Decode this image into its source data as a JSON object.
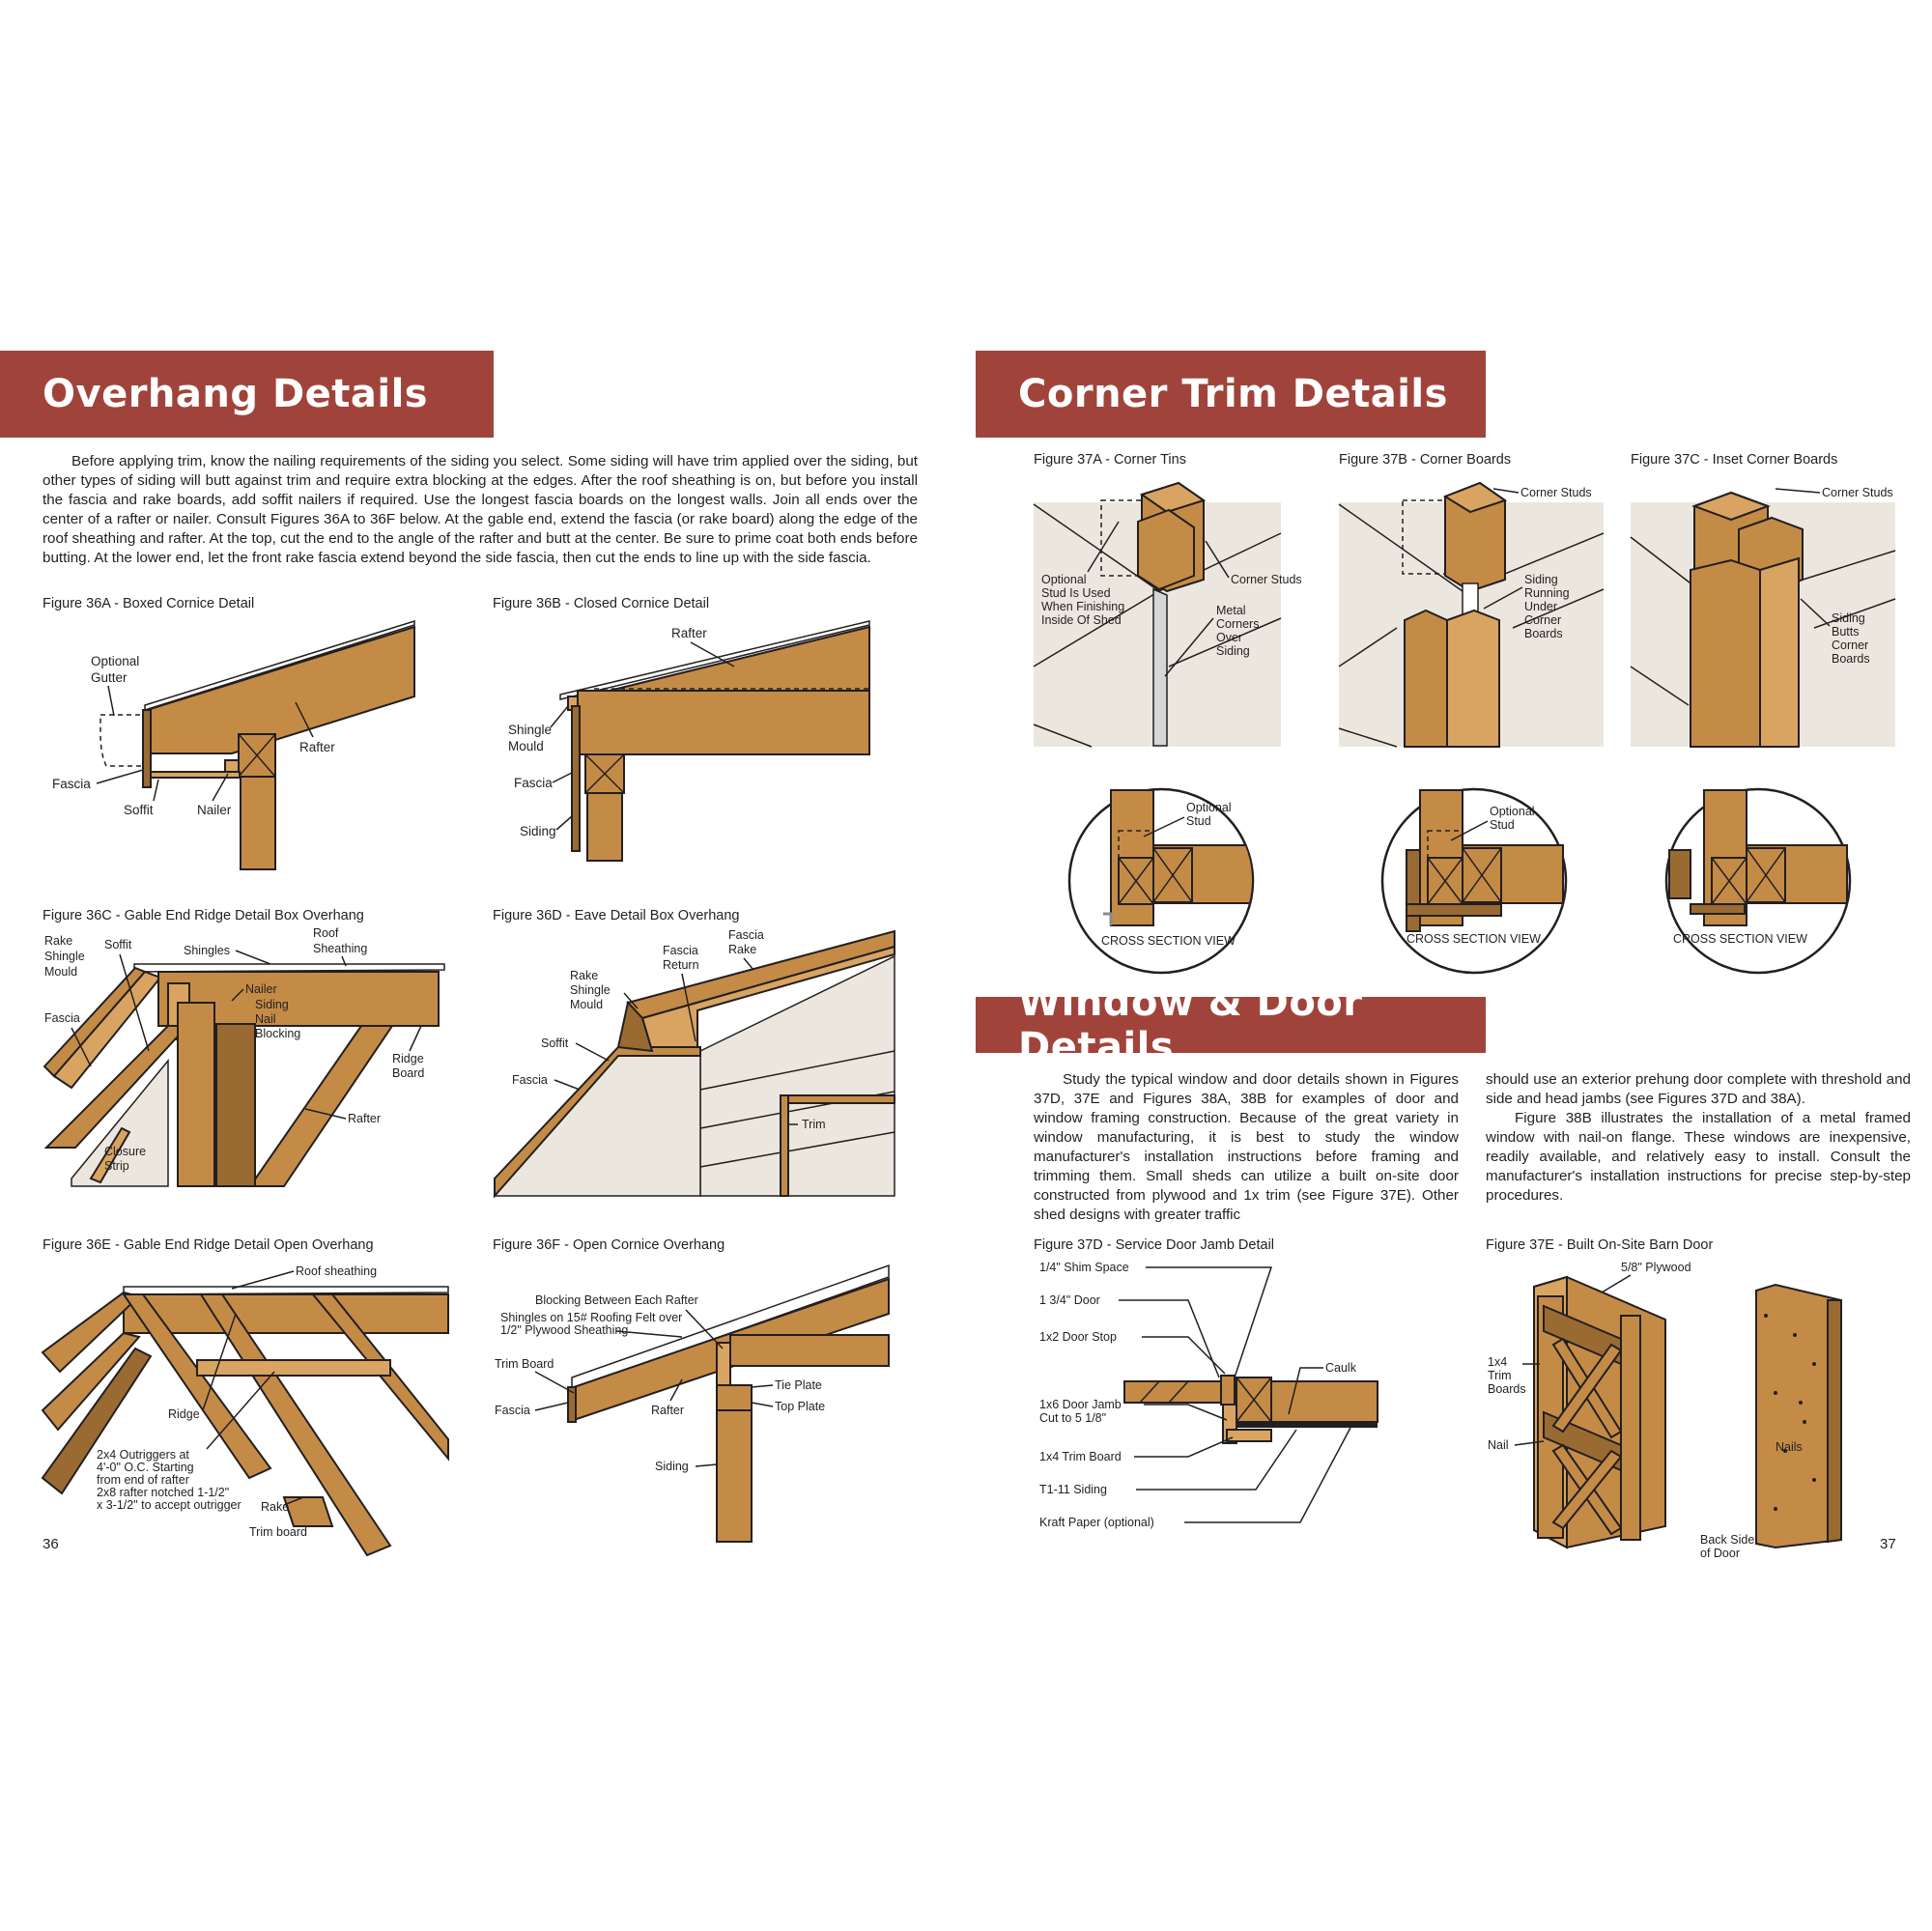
{
  "left_page": {
    "banner": "Overhang Details",
    "intro": "Before applying trim, know the nailing requirements of the siding you select. Some siding will have trim applied over the siding, but other types of siding will butt against trim and require extra blocking at the edges. After the roof sheathing is on, but before you install the fascia and rake boards, add soffit nailers if required. Use the longest fascia boards on the longest walls. Join all ends over the center of a rafter or nailer. Consult Figures 36A to 36F below. At the gable end, extend the fascia (or rake board) along the edge of the roof sheathing and rafter. At the top, cut the end to the angle of the rafter and butt at the center. Be sure to prime coat both ends before butting. At the lower end, let the front rake fascia extend beyond the side fascia, then cut the ends to line up with the side fascia.",
    "page_number": "36",
    "fig36a": {
      "caption": "Figure 36A - Boxed Cornice Detail",
      "labels": [
        "Optional",
        "Gutter",
        "Rafter",
        "Fascia",
        "Soffit",
        "Nailer"
      ]
    },
    "fig36b": {
      "caption": "Figure 36B - Closed Cornice Detail",
      "labels": [
        "Rafter",
        "Shingle",
        "Mould",
        "Fascia",
        "Siding"
      ]
    },
    "fig36c": {
      "caption": "Figure 36C - Gable End Ridge Detail Box Overhang",
      "labels": [
        "Rake",
        "Shingle",
        "Mould",
        "Soffit",
        "Shingles",
        "Roof",
        "Sheathing",
        "Fascia",
        "Nailer",
        "Siding",
        "Nail",
        "Blocking",
        "Ridge",
        "Board",
        "Rafter",
        "Closure",
        "Strip"
      ]
    },
    "fig36d": {
      "caption": "Figure 36D - Eave Detail Box Overhang",
      "labels": [
        "Fascia",
        "Rake",
        "Fascia",
        "Return",
        "Rake",
        "Shingle",
        "Mould",
        "Soffit",
        "Fascia",
        "Trim"
      ]
    },
    "fig36e": {
      "caption": "Figure 36E - Gable End Ridge Detail Open Overhang",
      "labels": [
        "Roof sheathing",
        "Ridge",
        "2x4 Outriggers at",
        "4'-0\" O.C. Starting",
        "from end of rafter",
        "2x8 rafter notched 1-1/2\"",
        "x 3-1/2\" to accept outrigger",
        "Rake",
        "Trim board"
      ]
    },
    "fig36f": {
      "caption": "Figure 36F - Open Cornice Overhang",
      "labels": [
        "Blocking Between Each Rafter",
        "Shingles on 15# Roofing Felt over",
        "1/2\" Plywood Sheathing",
        "Trim Board",
        "Fascia",
        "Rafter",
        "Tie Plate",
        "Top Plate",
        "Siding"
      ]
    }
  },
  "right_page": {
    "corner_banner": "Corner Trim Details",
    "window_banner": "Window & Door Details",
    "page_number": "37",
    "fig37a": {
      "caption": "Figure 37A - Corner Tins",
      "labels": [
        "Optional",
        "Stud Is Used",
        "When Finishing",
        "Inside Of Shed",
        "Corner Studs",
        "Metal",
        "Corners",
        "Over",
        "Siding",
        "Optional",
        "Stud",
        "CROSS SECTION VIEW"
      ]
    },
    "fig37b": {
      "caption": "Figure 37B - Corner Boards",
      "labels": [
        "Corner Studs",
        "Siding",
        "Running",
        "Under",
        "Corner",
        "Boards",
        "Optional",
        "Stud",
        "CROSS SECTION VIEW"
      ]
    },
    "fig37c": {
      "caption": "Figure 37C - Inset Corner Boards",
      "labels": [
        "Corner Studs",
        "Siding",
        "Butts",
        "Corner",
        "Boards",
        "CROSS SECTION VIEW"
      ]
    },
    "window_text_col1": "Study the typical window and door details shown in Figures 37D, 37E and Figures 38A, 38B for examples of door and window framing construction. Because of the great variety in window manufacturing, it is best to study the window manufacturer's installation instructions before framing and trimming them. Small sheds can utilize a built on-site door constructed from plywood and 1x trim (see Figure 37E). Other shed designs with greater traffic",
    "window_text_col2a": "should use an exterior prehung door complete with threshold and side and head jambs (see Figures 37D and 38A).",
    "window_text_col2b": "Figure 38B illustrates the installation of a metal framed window with nail-on flange. These windows are inexpensive, readily available, and relatively easy to install. Consult the manufacturer's installation instructions for precise step-by-step procedures.",
    "fig37d": {
      "caption": "Figure 37D - Service Door Jamb Detail",
      "labels": [
        "1/4\" Shim Space",
        "1 3/4\" Door",
        "1x2 Door Stop",
        "Caulk",
        "1x6 Door Jamb",
        "Cut to 5 1/8\"",
        "1x4 Trim Board",
        "T1-11 Siding",
        "Kraft Paper (optional)"
      ]
    },
    "fig37e": {
      "caption": "Figure 37E - Built On-Site Barn Door",
      "labels": [
        "5/8\" Plywood",
        "1x4",
        "Trim",
        "Boards",
        "Nail",
        "Nails",
        "Back Side",
        "of Door"
      ]
    }
  },
  "colors": {
    "banner": "#a0443b",
    "wood": "#c48b47",
    "wood_light": "#d9a461",
    "wall": "#ece7de",
    "text": "#231f20"
  }
}
